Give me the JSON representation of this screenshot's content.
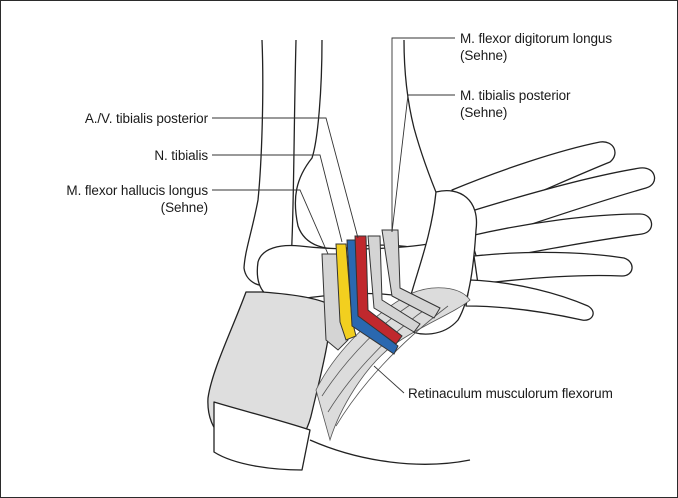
{
  "labels": {
    "fdl": {
      "line1": "M. flexor digitorum longus",
      "line2": "(Sehne)"
    },
    "tp": {
      "line1": "M. tibialis posterior",
      "line2": "(Sehne)"
    },
    "av": {
      "text": "A./V. tibialis posterior"
    },
    "nt": {
      "text": "N. tibialis"
    },
    "fhl": {
      "line1": "M. flexor hallucis longus",
      "line2": "(Sehne)"
    },
    "ret": {
      "text": "Retinaculum musculorum flexorum"
    }
  },
  "colors": {
    "outline": "#222222",
    "bone_fill": "#ffffff",
    "tendon_fill": "#d4d4d4",
    "retinaculum_fill": "#dcdcdc",
    "artery": "#c0282d",
    "vein": "#2a68b0",
    "nerve": "#f2cf1f",
    "leader": "#333333"
  }
}
